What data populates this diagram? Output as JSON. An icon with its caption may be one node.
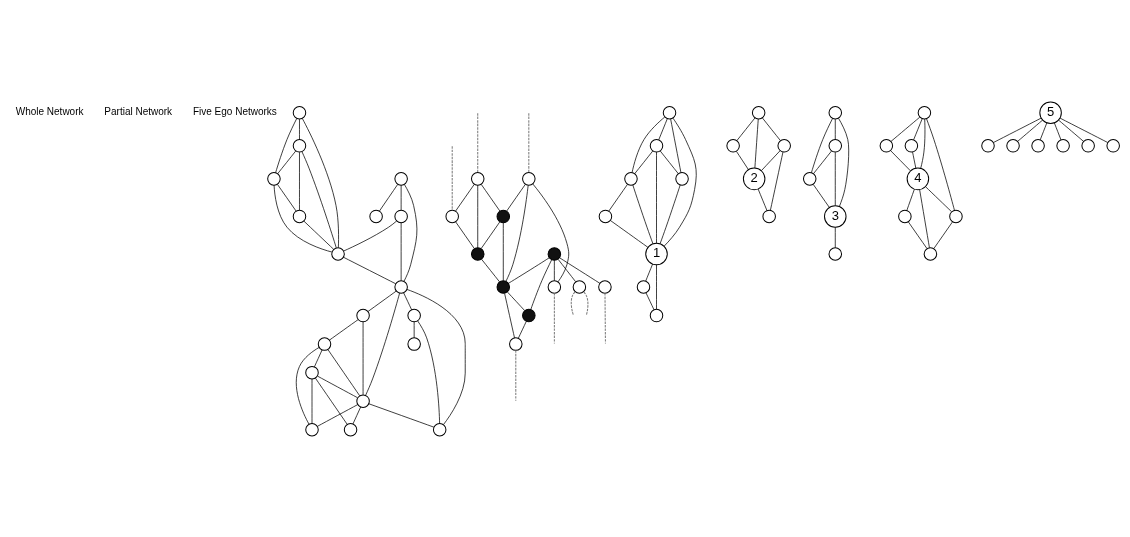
{
  "diagram": {
    "nodes": [
      {
        "text": [],
        "shape": "circle"
      },
      {
        "text": [],
        "shape": "circle"
      },
      {
        "text": [],
        "shape": "circle"
      },
      {
        "text": [],
        "shape": "circle"
      },
      {
        "text": [],
        "shape": "circle"
      },
      {
        "text": [],
        "shape": "circle"
      },
      {
        "text": [],
        "shape": "circle"
      },
      {
        "text": [],
        "shape": "circle"
      },
      {
        "text": [],
        "shape": "circle"
      },
      {
        "text": [],
        "shape": "circle"
      },
      {
        "text": [],
        "shape": "circle"
      },
      {
        "text": [],
        "shape": "circle"
      },
      {
        "text": [],
        "shape": "circle"
      },
      {
        "text": [],
        "shape": "circle"
      },
      {
        "text": [],
        "shape": "circle"
      },
      {
        "text": [],
        "shape": "circle"
      },
      {
        "text": [],
        "shape": "circle"
      },
      {
        "text": [],
        "shape": "circle"
      },
      {
        "text": [],
        "shape": "circle"
      },
      {
        "text": [],
        "shape": "circle"
      },
      {
        "text": [],
        "shape": "circle"
      },
      {
        "text": [],
        "shape": "circle"
      },
      {
        "text": [],
        "shape": "circle"
      },
      {
        "text": [],
        "shape": "circle"
      },
      {
        "text": [],
        "shape": "circle"
      },
      {
        "text": [],
        "shape": "circle"
      },
      {
        "text": [],
        "shape": "circle"
      },
      {
        "text": [],
        "shape": "circle"
      },
      {
        "text": [],
        "shape": "circle"
      },
      {
        "text": [],
        "shape": "circle"
      },
      {
        "text": [],
        "shape": "circle"
      },
      {
        "text": [],
        "shape": "circle"
      },
      {
        "text": [],
        "shape": "circle"
      },
      {
        "text": [],
        "shape": "circle"
      },
      {
        "text": [
          "1"
        ]
      },
      {
        "text": [],
        "shape": "circle"
      },
      {
        "text": [],
        "shape": "circle"
      },
      {
        "text": [],
        "shape": "circle"
      },
      {
        "text": [],
        "shape": "circle"
      },
      {
        "text": [],
        "shape": "circle"
      },
      {
        "text": [],
        "shape": "circle"
      },
      {
        "text": [
          "2"
        ]
      },
      {
        "text": [],
        "shape": "circle"
      },
      {
        "text": [],
        "shape": "circle"
      },
      {
        "text": [],
        "shape": "circle"
      },
      {
        "text": [],
        "shape": "circle"
      },
      {
        "text": [
          "3"
        ]
      },
      {
        "text": [],
        "shape": "circle"
      },
      {
        "text": [],
        "shape": "circle"
      },
      {
        "text": [],
        "shape": "circle"
      },
      {
        "text": [],
        "shape": "circle"
      },
      {
        "text": [
          "4"
        ]
      },
      {
        "text": [],
        "shape": "circle"
      },
      {
        "text": [],
        "shape": "circle"
      },
      {
        "text": [],
        "shape": "circle"
      },
      {
        "text": [],
        "shape": "circle"
      },
      {
        "text": [],
        "shape": "circle"
      },
      {
        "text": [],
        "shape": "circle"
      },
      {
        "text": [
          "5"
        ]
      },
      {
        "text": [],
        "shape": "circle"
      },
      {
        "text": [],
        "shape": "circle"
      },
      {
        "text": [],
        "shape": "circle"
      }
    ],
    "edges": [
      {
        "from": 0,
        "to": 1,
        "arrow": "none"
      },
      {
        "from": 0,
        "to": 5,
        "arrow": "none"
      },
      {
        "from": 0,
        "to": 6,
        "arrow": "none"
      },
      {
        "from": 1,
        "to": 5,
        "arrow": "none"
      },
      {
        "from": 1,
        "to": 7,
        "arrow": "none"
      },
      {
        "from": 1,
        "to": 6,
        "arrow": "none"
      },
      {
        "from": 2,
        "to": 3,
        "arrow": "none"
      },
      {
        "from": 2,
        "to": 4,
        "arrow": "none"
      },
      {
        "from": 2,
        "to": 8,
        "arrow": "none"
      },
      {
        "from": 4,
        "to": 6,
        "arrow": "none"
      },
      {
        "from": 4,
        "to": 8,
        "arrow": "none"
      },
      {
        "from": 5,
        "to": 6,
        "arrow": "none"
      },
      {
        "from": 5,
        "to": 7,
        "arrow": "none"
      },
      {
        "from": 7,
        "to": 6,
        "arrow": "none"
      },
      {
        "from": 6,
        "to": 8,
        "arrow": "none"
      },
      {
        "from": 8,
        "to": 9,
        "arrow": "none"
      },
      {
        "from": 8,
        "to": 12,
        "arrow": "none"
      },
      {
        "from": 8,
        "to": 14,
        "arrow": "none"
      },
      {
        "from": 8,
        "to": 10,
        "arrow": "none"
      },
      {
        "from": 9,
        "to": 11,
        "arrow": "none"
      },
      {
        "from": 9,
        "to": 12,
        "arrow": "none"
      },
      {
        "from": 11,
        "to": 12,
        "arrow": "none"
      },
      {
        "from": 11,
        "to": 13,
        "arrow": "none"
      },
      {
        "from": 11,
        "to": 16,
        "arrow": "none"
      },
      {
        "from": 13,
        "to": 12,
        "arrow": "none"
      },
      {
        "from": 13,
        "to": 16,
        "arrow": "none"
      },
      {
        "from": 13,
        "to": 17,
        "arrow": "none"
      },
      {
        "from": 12,
        "to": 16,
        "arrow": "none"
      },
      {
        "from": 12,
        "to": 17,
        "arrow": "none"
      },
      {
        "from": 12,
        "to": 14,
        "arrow": "none"
      },
      {
        "from": 10,
        "to": 14,
        "arrow": "none"
      },
      {
        "from": 10,
        "to": 15,
        "arrow": "none"
      },
      {
        "from": 18,
        "to": 21,
        "arrow": "none"
      },
      {
        "from": 18,
        "to": 24,
        "arrow": "none"
      },
      {
        "from": 18,
        "to": 25,
        "arrow": "none"
      },
      {
        "from": 19,
        "to": 20,
        "arrow": "none"
      },
      {
        "from": 19,
        "to": 21,
        "arrow": "none"
      },
      {
        "from": 19,
        "to": 22,
        "arrow": "none"
      },
      {
        "from": 20,
        "to": 22,
        "arrow": "none"
      },
      {
        "from": 21,
        "to": 22,
        "arrow": "none"
      },
      {
        "from": 21,
        "to": 24,
        "arrow": "none"
      },
      {
        "from": 22,
        "to": 24,
        "arrow": "none"
      },
      {
        "from": 23,
        "to": 24,
        "arrow": "none"
      },
      {
        "from": 23,
        "to": 25,
        "arrow": "none"
      },
      {
        "from": 23,
        "to": 27,
        "arrow": "none"
      },
      {
        "from": 23,
        "to": 29,
        "arrow": "none"
      },
      {
        "from": 23,
        "to": 26,
        "arrow": "none"
      },
      {
        "from": 24,
        "to": 26,
        "arrow": "none"
      },
      {
        "from": 24,
        "to": 28,
        "arrow": "none"
      },
      {
        "from": 26,
        "to": 28,
        "arrow": "none"
      },
      {
        "from": null,
        "to": 18,
        "arrow": "none",
        "style": "dashed",
        "color": "#777777"
      },
      {
        "from": null,
        "to": 19,
        "arrow": "none",
        "style": "dashed",
        "color": "#777777"
      },
      {
        "from": null,
        "to": 20,
        "arrow": "none",
        "style": "dashed",
        "color": "#777777"
      },
      {
        "from": 25,
        "to": null,
        "arrow": "none",
        "style": "dashed",
        "color": "#777777"
      },
      {
        "from": 27,
        "to": null,
        "arrow": "none",
        "style": "dashed",
        "color": "#777777"
      },
      {
        "from": 29,
        "to": null,
        "arrow": "none",
        "style": "dashed",
        "color": "#777777"
      },
      {
        "from": 29,
        "to": null,
        "arrow": "none",
        "style": "dashed",
        "color": "#777777"
      },
      {
        "from": 28,
        "to": null,
        "arrow": "none",
        "style": "dashed",
        "color": "#777777"
      },
      {
        "from": 30,
        "to": 31,
        "arrow": "none"
      },
      {
        "from": 30,
        "to": 32,
        "arrow": "none"
      },
      {
        "from": 30,
        "to": 33,
        "arrow": "none"
      },
      {
        "from": 30,
        "to": 34,
        "arrow": "none"
      },
      {
        "from": 31,
        "to": 32,
        "arrow": "none"
      },
      {
        "from": 31,
        "to": 34,
        "arrow": "none"
      },
      {
        "from": 31,
        "to": 33,
        "arrow": "none"
      },
      {
        "from": 32,
        "to": 34,
        "arrow": "none"
      },
      {
        "from": 32,
        "to": 35,
        "arrow": "none"
      },
      {
        "from": 33,
        "to": 34,
        "arrow": "none"
      },
      {
        "from": 35,
        "to": 34,
        "arrow": "none"
      },
      {
        "from": 34,
        "to": 36,
        "arrow": "none"
      },
      {
        "from": 34,
        "to": 37,
        "arrow": "none"
      },
      {
        "from": 36,
        "to": 37,
        "arrow": "none"
      },
      {
        "from": 38,
        "to": 39,
        "arrow": "none"
      },
      {
        "from": 38,
        "to": 40,
        "arrow": "none"
      },
      {
        "from": 38,
        "to": 41,
        "arrow": "none"
      },
      {
        "from": 39,
        "to": 41,
        "arrow": "none"
      },
      {
        "from": 39,
        "to": 42,
        "arrow": "none"
      },
      {
        "from": 40,
        "to": 41,
        "arrow": "none"
      },
      {
        "from": 41,
        "to": 42,
        "arrow": "none"
      },
      {
        "from": 43,
        "to": 44,
        "arrow": "none"
      },
      {
        "from": 43,
        "to": 45,
        "arrow": "none"
      },
      {
        "from": 43,
        "to": 46,
        "arrow": "none"
      },
      {
        "from": 44,
        "to": 45,
        "arrow": "none"
      },
      {
        "from": 44,
        "to": 46,
        "arrow": "none"
      },
      {
        "from": 45,
        "to": 46,
        "arrow": "none"
      },
      {
        "from": 46,
        "to": 47,
        "arrow": "none"
      },
      {
        "from": 50,
        "to": 48,
        "arrow": "none"
      },
      {
        "from": 50,
        "to": 49,
        "arrow": "none"
      },
      {
        "from": 48,
        "to": 51,
        "arrow": "none"
      },
      {
        "from": 49,
        "to": 51,
        "arrow": "none"
      },
      {
        "from": 50,
        "to": 51,
        "arrow": "none"
      },
      {
        "from": 51,
        "to": 52,
        "arrow": "none"
      },
      {
        "from": 52,
        "to": 53,
        "arrow": "none"
      },
      {
        "from": 51,
        "to": 53,
        "arrow": "none"
      },
      {
        "from": 50,
        "to": 54,
        "arrow": "none"
      },
      {
        "from": 51,
        "to": 54,
        "arrow": "none"
      },
      {
        "from": 54,
        "to": 53,
        "arrow": "none"
      },
      {
        "from": 58,
        "to": 55,
        "arrow": "none"
      },
      {
        "from": 58,
        "to": 56,
        "arrow": "none"
      },
      {
        "from": 58,
        "to": 57,
        "arrow": "none"
      },
      {
        "from": 58,
        "to": 59,
        "arrow": "none"
      },
      {
        "from": 58,
        "to": 60,
        "arrow": "none"
      },
      {
        "from": 58,
        "to": 61,
        "arrow": "none"
      }
    ],
    "labels": [
      "Whole Network",
      "Partial Network",
      "Five Ego Networks"
    ]
  }
}
